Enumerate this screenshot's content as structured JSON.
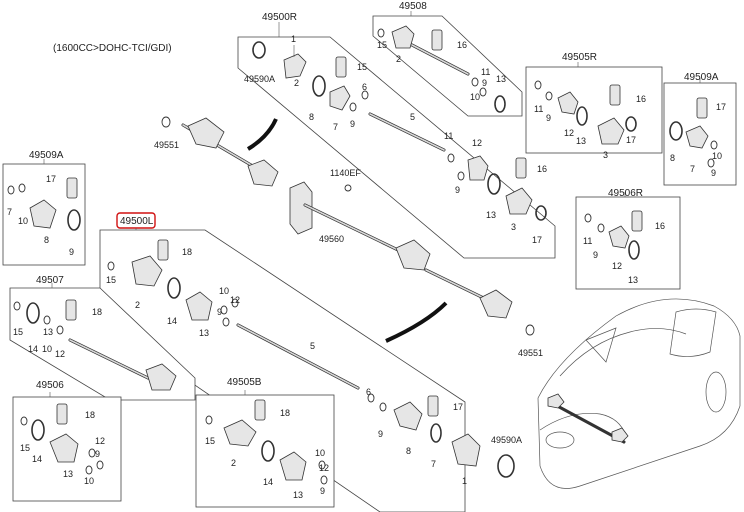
{
  "header": {
    "engine_note": "(1600CC>DOHC-TCI/GDI)"
  },
  "assemblies": {
    "rear_right": "49500R",
    "front_left": "49500L",
    "a49508": "49508",
    "a49505r": "49505R",
    "a49509a_right": "49509A",
    "a49509a_left": "49509A",
    "a49506r": "49506R",
    "a49507": "49507",
    "a49506": "49506",
    "a49505b": "49505B"
  },
  "part_labels": {
    "p1": "1",
    "p2": "2",
    "p3": "3",
    "p5": "5",
    "p7": "7",
    "p8": "8",
    "p9": "9",
    "p10": "10",
    "p11": "11",
    "p12": "12",
    "p13": "13",
    "p14": "14",
    "p15": "15",
    "p16": "16",
    "p17": "17",
    "p18": "18",
    "p49551": "49551",
    "p49560": "49560",
    "p1140ef": "1140EF",
    "p49590a": "49590A"
  }
}
